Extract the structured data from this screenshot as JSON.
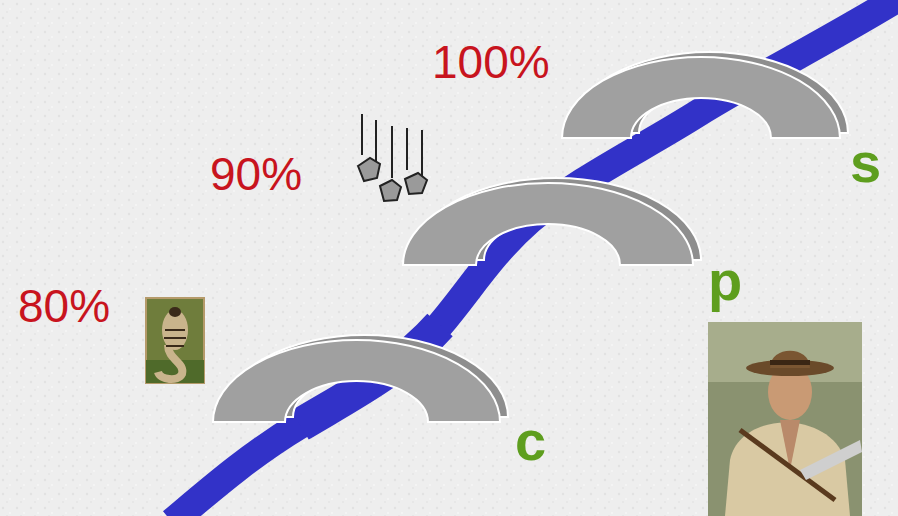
{
  "diagram": {
    "labels": [
      "100%",
      "90%",
      "s",
      "p",
      "80%",
      "c"
    ]
  }
}
